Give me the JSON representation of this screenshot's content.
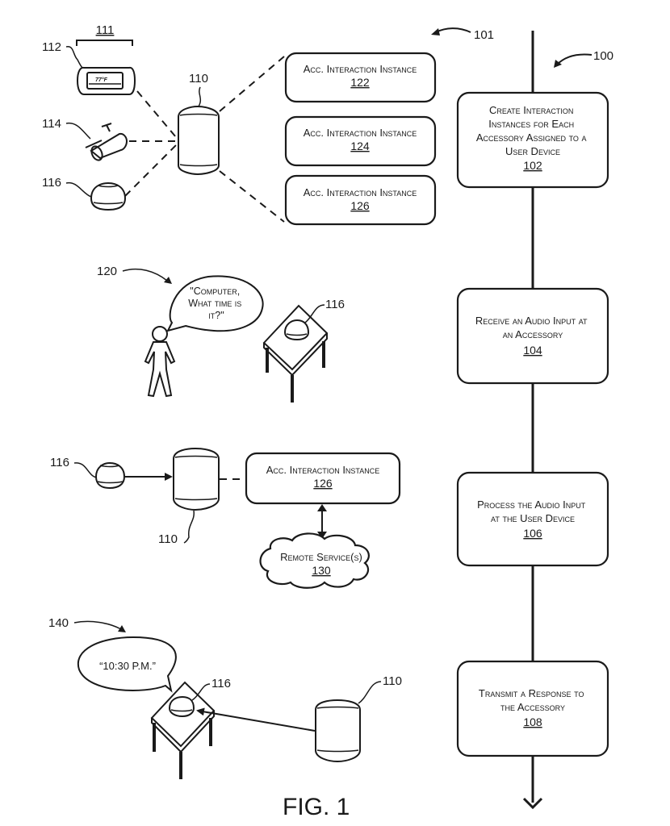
{
  "figure": {
    "caption": "FIG. 1",
    "flow_label": "100",
    "system_label": "101",
    "accessory_group_label": "111"
  },
  "devices": {
    "user_device": "110",
    "thermostat": "112",
    "thermostat_display": "77°F",
    "camera": "114",
    "speaker_accessory": "116",
    "user": "120",
    "response_scene": "140"
  },
  "instances": [
    {
      "title": "Acc. Interaction Instance",
      "ref": "122"
    },
    {
      "title": "Acc. Interaction Instance",
      "ref": "124"
    },
    {
      "title": "Acc. Interaction Instance",
      "ref": "126"
    }
  ],
  "process_instance": {
    "title": "Acc. Interaction Instance",
    "ref": "126"
  },
  "remote_service": {
    "title": "Remote Service(s)",
    "ref": "130"
  },
  "speech": {
    "question_lines": [
      "\"Computer,",
      "What time is",
      "it?\""
    ],
    "answer": "“10:30 P.M.”"
  },
  "steps": [
    {
      "lines": [
        "Create Interaction",
        "Instances for Each",
        "Accessory Assigned to a",
        "User Device"
      ],
      "ref": "102"
    },
    {
      "lines": [
        "Receive an Audio Input at",
        "an Accessory"
      ],
      "ref": "104"
    },
    {
      "lines": [
        "Process the Audio Input",
        "at the User Device"
      ],
      "ref": "106"
    },
    {
      "lines": [
        "Transmit a Response to",
        "the Accessory"
      ],
      "ref": "108"
    }
  ]
}
